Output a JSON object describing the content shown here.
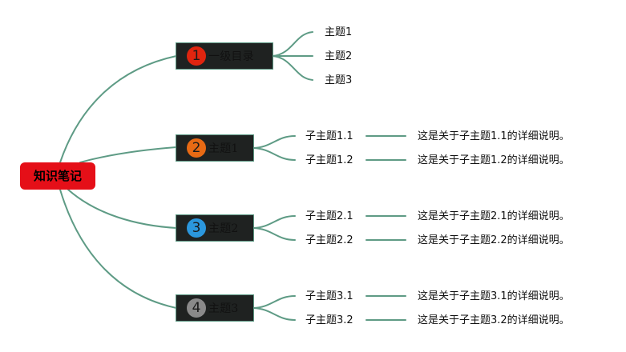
{
  "root": {
    "label": "知识笔记",
    "color": "#e50f18"
  },
  "branches": [
    {
      "number": "1",
      "label": "一级目录",
      "badge_color": "#e0250f",
      "topics": [
        "主题1",
        "主题2",
        "主题3"
      ]
    },
    {
      "number": "2",
      "label": "主题1",
      "badge_color": "#e86a14",
      "subtopics": [
        {
          "title": "子主题1.1",
          "detail": "这是关于子主题1.1的详细说明。"
        },
        {
          "title": "子主题1.2",
          "detail": "这是关于子主题1.2的详细说明。"
        }
      ]
    },
    {
      "number": "3",
      "label": "主题2",
      "badge_color": "#2b97dd",
      "subtopics": [
        {
          "title": "子主题2.1",
          "detail": "这是关于子主题2.1的详细说明。"
        },
        {
          "title": "子主题2.2",
          "detail": "这是关于子主题2.2的详细说明。"
        }
      ]
    },
    {
      "number": "4",
      "label": "主题3",
      "badge_color": "#8a8a8a",
      "subtopics": [
        {
          "title": "子主题3.1",
          "detail": "这是关于子主题3.1的详细说明。"
        },
        {
          "title": "子主题3.2",
          "detail": "这是关于子主题3.2的详细说明。"
        }
      ]
    }
  ],
  "colors": {
    "edge": "#5e9b85",
    "node_fill": "#1f2221"
  }
}
